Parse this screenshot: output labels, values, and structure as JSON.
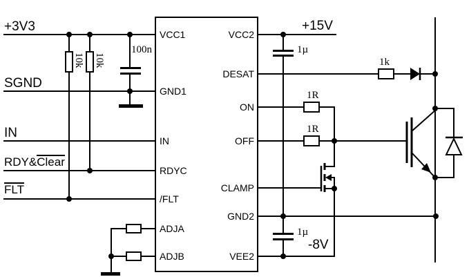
{
  "schematic": {
    "nets": {
      "v3v3": "+3V3",
      "sgnd": "SGND",
      "in": "IN",
      "rdy_prefix": "RDY&",
      "rdy_overlined": "Clear",
      "flt_overlined": "FLT",
      "v15": "+15V",
      "v8neg": "-8V"
    },
    "ic": {
      "pins_left": [
        "VCC1",
        "GND1",
        "IN",
        "RDYC",
        "/FLT",
        "ADJA",
        "ADJB"
      ],
      "pins_right": [
        "VCC2",
        "DESAT",
        "ON",
        "OFF",
        "CLAMP",
        "GND2",
        "VEE2"
      ]
    },
    "values": {
      "r_pullup_a": "10k",
      "r_pullup_b": "10k",
      "c_vcc1": "100n",
      "c_vcc2": "1µ",
      "c_vee2": "1µ",
      "r_desat": "1k",
      "r_on": "1R",
      "r_off": "1R"
    },
    "colors": {
      "line": "#000000",
      "bg": "#ffffff"
    }
  }
}
